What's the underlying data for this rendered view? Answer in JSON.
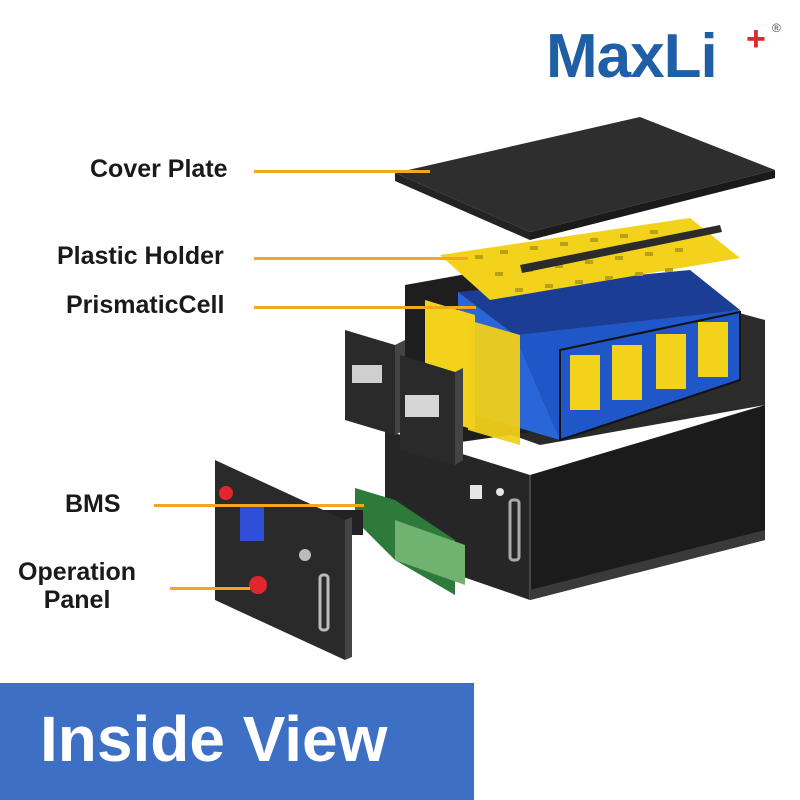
{
  "brand": {
    "name": "MaxLi",
    "plus_mark": "+",
    "registered_mark": "®"
  },
  "components": [
    {
      "label": "Cover Plate"
    },
    {
      "label": "Plastic Holder"
    },
    {
      "label": "PrismaticCell"
    },
    {
      "label": "BMS"
    },
    {
      "label": "Operation\nPanel"
    }
  ],
  "banner": {
    "text": "Inside View"
  },
  "colors": {
    "brand_blue": "#1f5fa6",
    "brand_red": "#e0262e",
    "leader_orange": "#f2a81d",
    "banner_blue": "#3d6fc4",
    "cell_blue": "#1f57c8",
    "insulation_yellow": "#f2d21b",
    "casing_black": "#1b1b1b"
  }
}
